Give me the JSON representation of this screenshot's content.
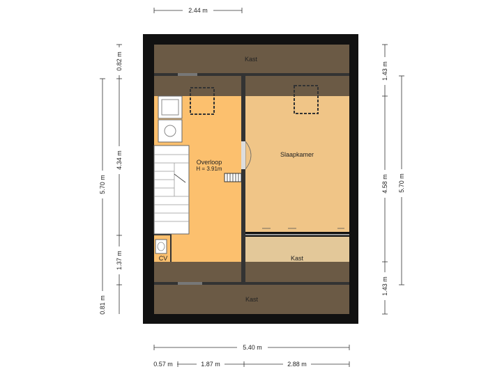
{
  "rooms": {
    "overloop": "Overloop",
    "overloop_height": "H = 3.91m",
    "slaapkamer": "Slaapkamer",
    "kast_top": "Kast",
    "kast_mid": "Kast",
    "kast_bottom": "Kast",
    "cv": "CV"
  },
  "dimensions": {
    "top": "2.44 m",
    "bottom_total": "5.40 m",
    "bottom_1": "0.57 m",
    "bottom_2": "1.87 m",
    "bottom_3": "2.88 m",
    "left_total": "5.70 m",
    "left_1": "0.82 m",
    "left_2": "4.34 m",
    "left_3": "1.37 m",
    "left_4": "0.81 m",
    "right_total": "5.70 m",
    "right_1": "1.43 m",
    "right_2": "4.58 m",
    "right_3": "1.43 m"
  },
  "colors": {
    "wall": "#111111",
    "kast": "#6b5a45",
    "overloop": "#fcc06e",
    "slaapkamer": "#f0c587",
    "kast_mid": "#e3c899",
    "stair": "#ffffff"
  }
}
